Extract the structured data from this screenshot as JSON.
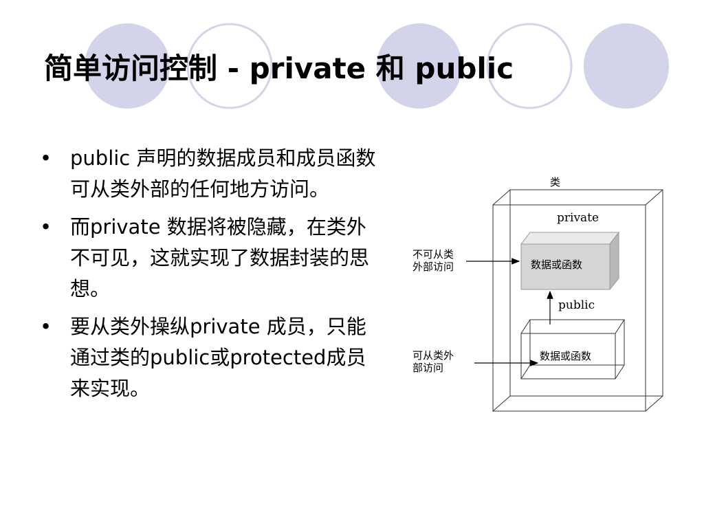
{
  "slide": {
    "title": "简单访问控制 - private 和 public",
    "bullets": [
      "public 声明的数据成员和成员函数可从类外部的任何地方访问。",
      "而private 数据将被隐藏，在类外不可见，这就实现了数据封装的思想。",
      "要从类外操纵private 成员，只能通过类的public或protected成员来实现。"
    ],
    "bullet_symbol": "•"
  },
  "diagram": {
    "class_label": "类",
    "private_label": "private",
    "public_label": "public",
    "private_box_text": "数据或函数",
    "public_box_text": "数据或函数",
    "no_access_line1": "不可从类",
    "no_access_line2": "外部访问",
    "access_line1": "可从类外",
    "access_line2": "部访问"
  },
  "colors": {
    "circle_fill": "#d3d3ea",
    "circle_outline": "#d3d3ea",
    "private_box_front": "#d5d5d5",
    "private_box_top": "#eaeaea",
    "private_box_side": "#b8b8b8"
  }
}
